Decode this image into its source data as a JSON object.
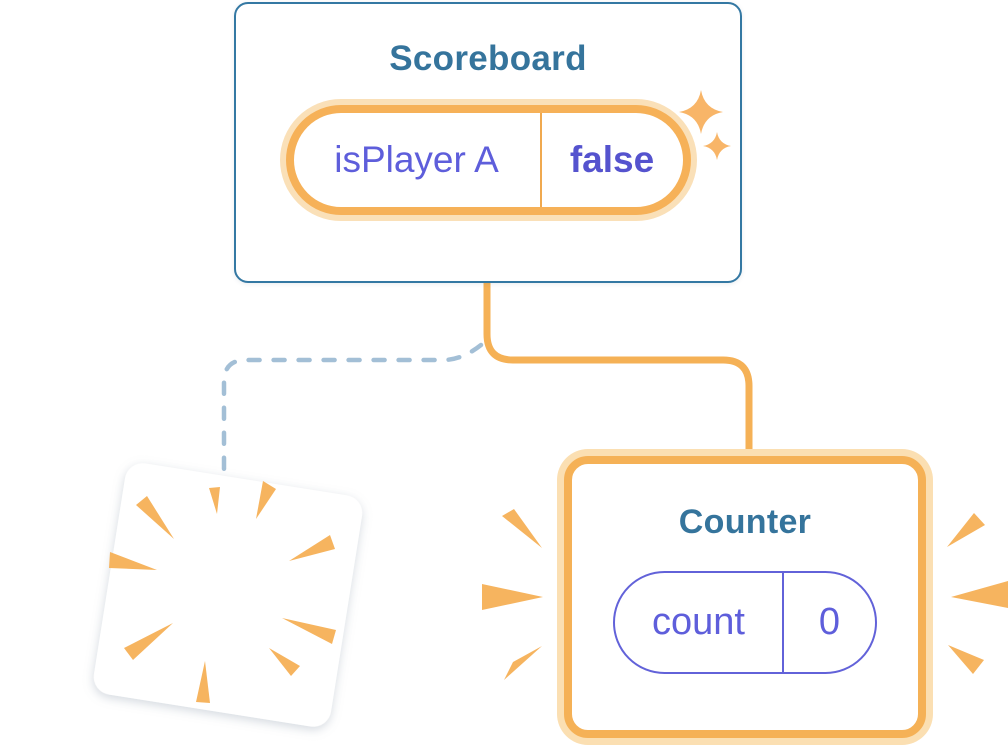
{
  "scoreboard": {
    "title": "Scoreboard",
    "state_pill": {
      "name": "isPlayer A",
      "value": "false"
    }
  },
  "counter": {
    "title": "Counter",
    "state_pill": {
      "name": "count",
      "value": "0"
    }
  },
  "icons": {
    "sparkles": "sparkle-icon",
    "counter_burst": "burst-rays-icon",
    "destroyed_card_burst": "starburst-icon"
  },
  "colors": {
    "accent_orange": "#F5B156",
    "orange_glow": "#FAE0B8",
    "burst_orange": "#F6B45F",
    "divider_orange": "#F0A94F",
    "title_teal": "#35749C",
    "card_border_blue": "#3478A3",
    "state_text_purple": "#5E5EDB",
    "state_value_purple": "#5553CE",
    "pill_border_purple": "#6262D9",
    "dashed_line_blue": "#A3BFD6",
    "background": "#FFFFFF"
  }
}
